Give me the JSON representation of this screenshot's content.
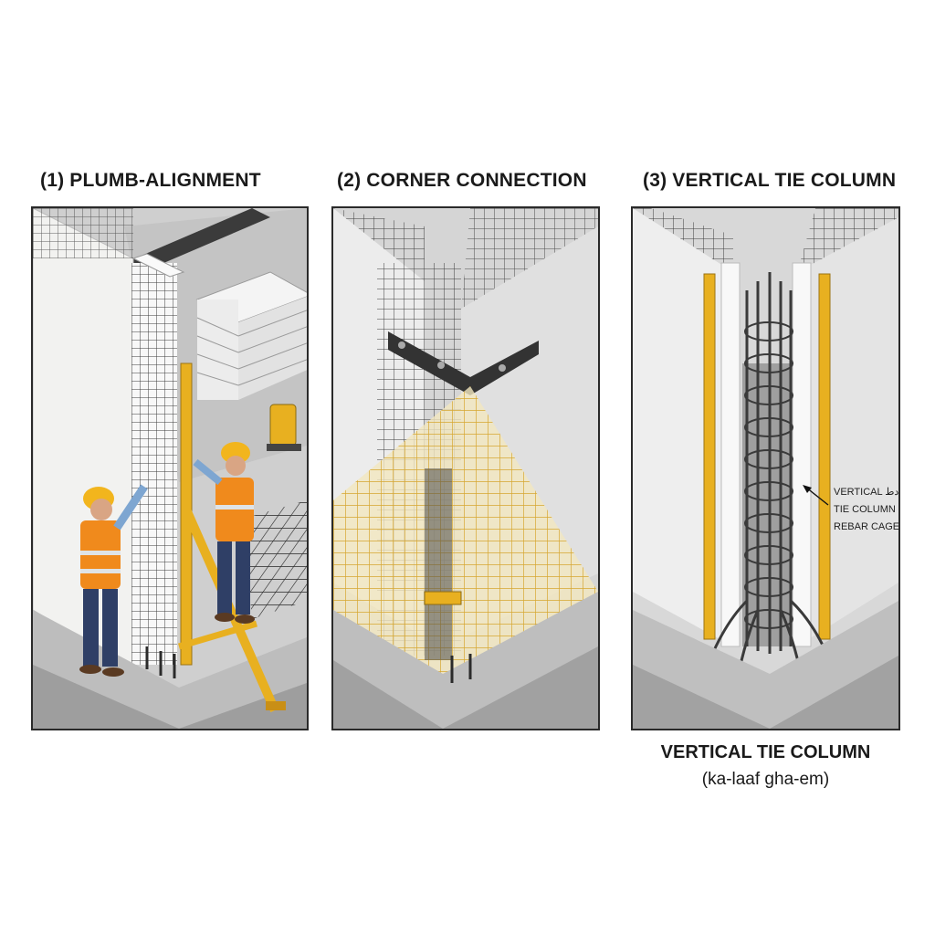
{
  "panels": [
    {
      "title": "(1) PLUMB-ALIGNMENT"
    },
    {
      "title": "(2) CORNER CONNECTION"
    },
    {
      "title": "(3) VERTICAL TIE COLUMN"
    }
  ],
  "callout": {
    "line1": "VERTICAL دط",
    "line2": "TIE COLUMN",
    "line3": "REBAR CAGE"
  },
  "caption": {
    "title": "VERTICAL TIE COLUMN",
    "subtitle": "(ka-laaf gha-em)"
  },
  "colors": {
    "panel_border": "#2a2a2a",
    "wall": "#f2f2f0",
    "concrete": "#b9b9b9",
    "rebar": "#3c3c3c",
    "safety_yellow": "#e8b020",
    "safety_vest": "#f08a1c",
    "work_pants": "#2f3f66"
  }
}
